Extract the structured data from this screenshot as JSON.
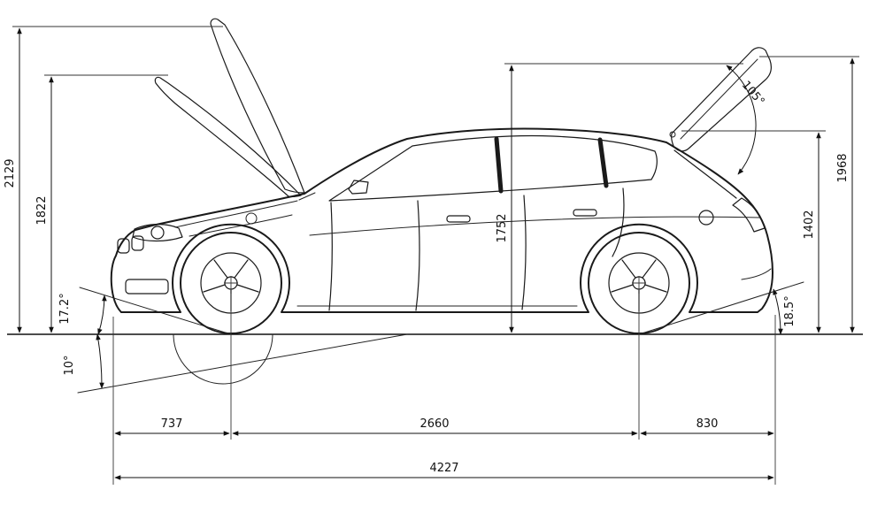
{
  "diagram": {
    "type": "technical-dimension-drawing",
    "subject": "hatchback-side-view",
    "dimensions": {
      "height_hood_open_max": "2129",
      "height_hood_open_mid": "1822",
      "height_open_tailgate_clearance": "1752",
      "height_tailgate_hinge": "1402",
      "height_tailgate_open_max": "1968",
      "front_overhang": "737",
      "wheelbase": "2660",
      "rear_overhang": "830",
      "overall_length": "4227"
    },
    "angles": {
      "approach": "17.2°",
      "ramp": "10°",
      "departure": "18.5°",
      "tailgate_opening": "105°"
    }
  }
}
